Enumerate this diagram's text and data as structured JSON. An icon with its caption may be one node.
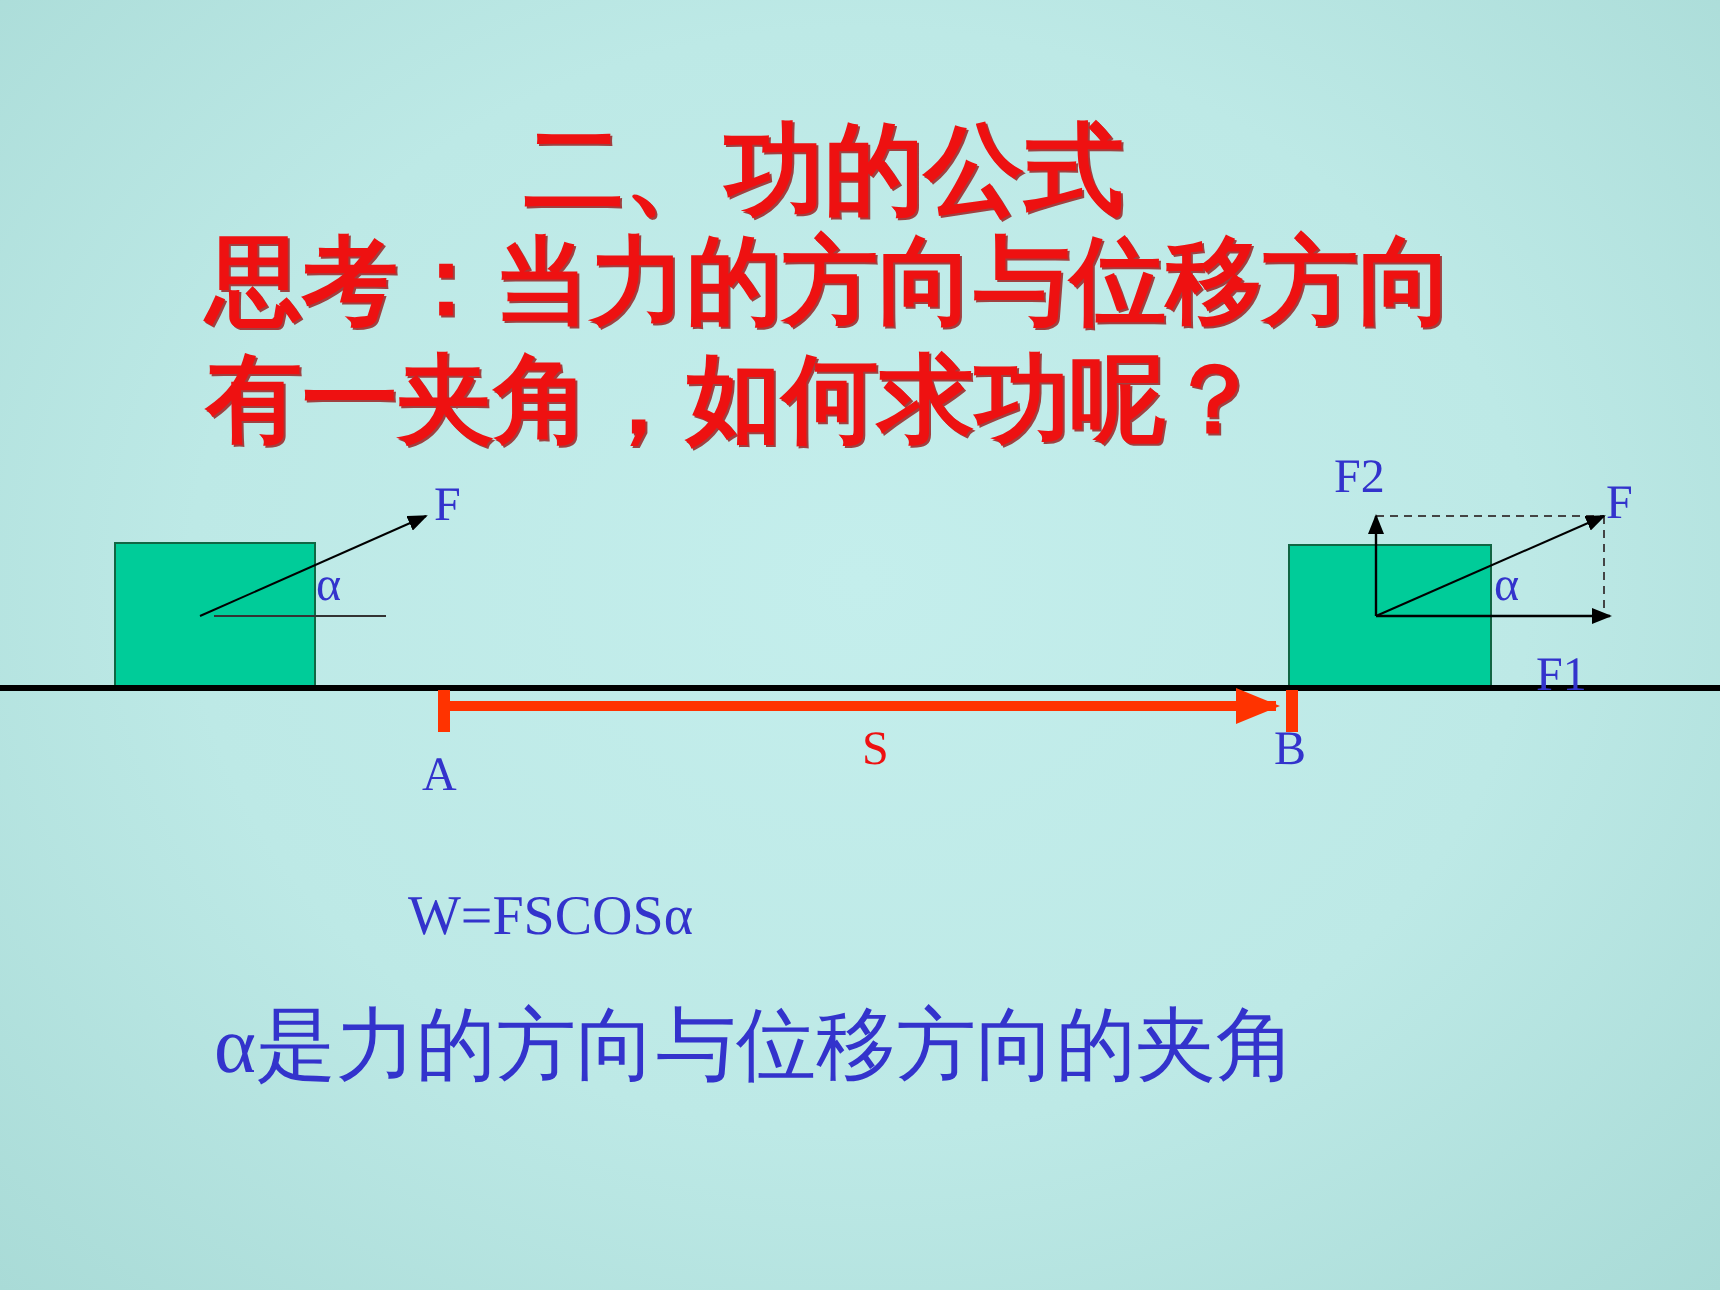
{
  "diagram": {
    "title": "二、功的公式",
    "nodes": [
      {
        "text": [],
        "shape": "box"
      },
      {
        "text": [],
        "shape": "box"
      }
    ],
    "labels": [
      "思考：当力的方向与位移方向有一夹角，如何求功呢？",
      "F",
      "α",
      "F2",
      "F",
      "α",
      "F1",
      "S",
      "A",
      "B",
      "W=FSCOSα",
      "α是力的方向与位移方向的夹角"
    ]
  }
}
